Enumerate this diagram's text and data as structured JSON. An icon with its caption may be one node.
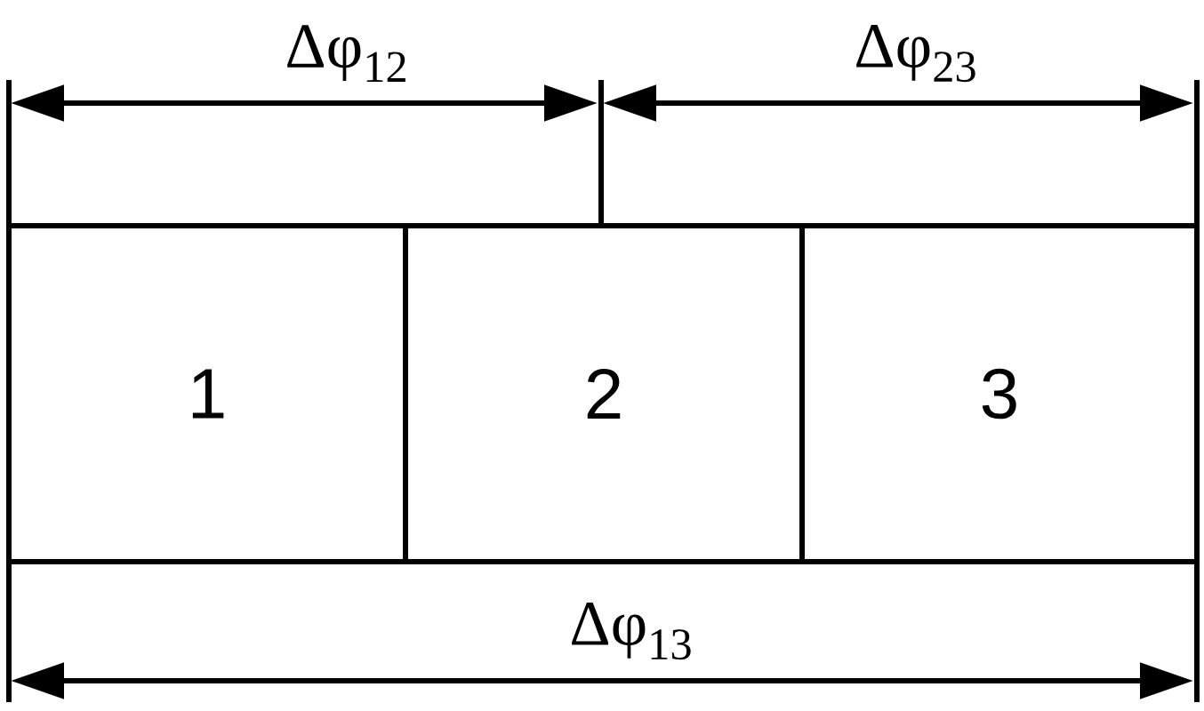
{
  "diagram": {
    "nodes": [
      {
        "text": [
          "1"
        ]
      },
      {
        "text": [
          "2"
        ]
      },
      {
        "text": [
          "3"
        ]
      }
    ],
    "labels": [
      "Δφ$_{12}$",
      "Δφ$_{23}$",
      "Δφ$_{13}$"
    ]
  }
}
